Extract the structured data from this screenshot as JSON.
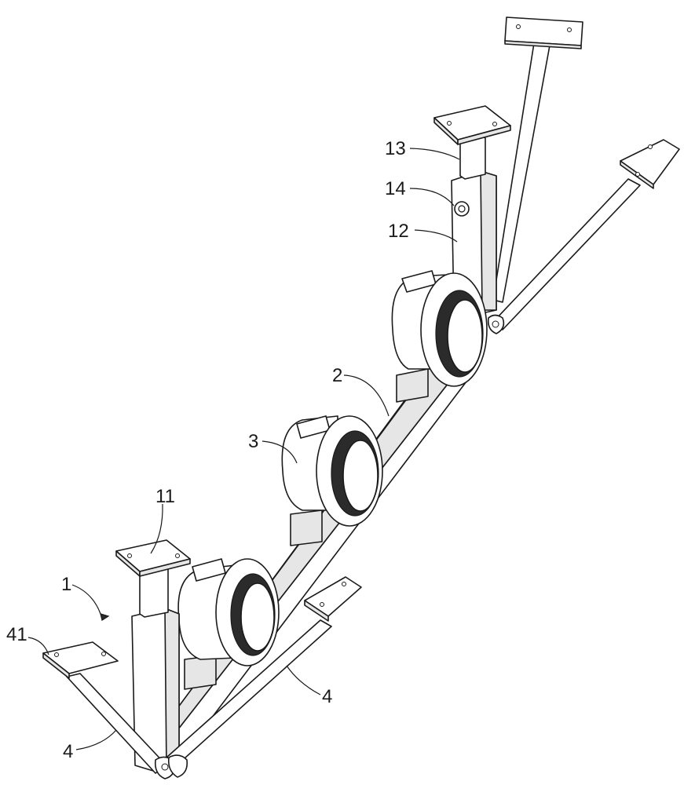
{
  "labels": {
    "l1": "1",
    "l2": "2",
    "l3": "3",
    "l4a": "4",
    "l4b": "4",
    "l11": "11",
    "l12": "12",
    "l13": "13",
    "l14": "14",
    "l41": "41"
  }
}
